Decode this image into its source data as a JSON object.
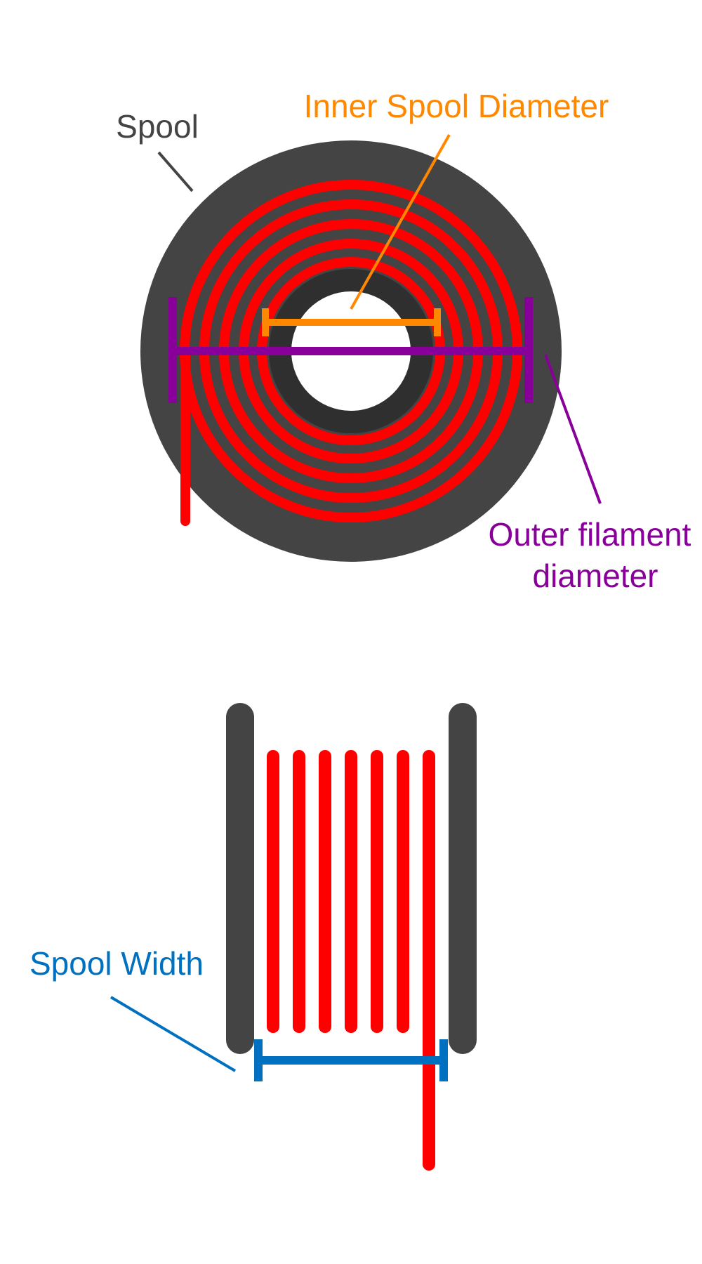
{
  "labels": {
    "spool": "Spool",
    "inner_spool_diameter": "Inner Spool Diameter",
    "outer_filament_diameter_line1": "Outer filament",
    "outer_filament_diameter_line2": "diameter",
    "spool_width": "Spool Width"
  },
  "colors": {
    "spool": "#444444",
    "hub": "#2f2f2f",
    "filament": "#ff0000",
    "inner_diameter": "#ff8800",
    "outer_diameter": "#880099",
    "spool_width": "#0070c0",
    "background": "#ffffff"
  }
}
